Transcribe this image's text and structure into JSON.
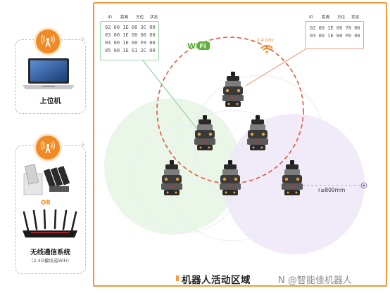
{
  "host_card": {
    "label": "上位机"
  },
  "comm_card": {
    "or_text": "OR",
    "label": "无线通信系统",
    "sub_label": "（2.4G模块或WiFi）"
  },
  "left_table": {
    "headers": [
      "ID",
      "距离",
      "方位",
      "状态"
    ],
    "rows": [
      "02 00 1E 00 3C 00",
      "03 00 1E 00 00 00",
      "04 00 1E 00 F0 00",
      "05 00 1E 01 2C 00"
    ],
    "border_color": "#9ad6a6"
  },
  "right_table": {
    "headers": [
      "ID",
      "距离",
      "方位",
      "状态"
    ],
    "rows": [
      "02 00 1E 00 78 00",
      "03 00 1E 00 F0 00"
    ],
    "border_color": "#f2a488"
  },
  "wifi_badge": {
    "text": "Wi Fi"
  },
  "ghz_badge": {
    "text": "2.4 GHz"
  },
  "range_label": "r≤800mm",
  "area_title": "机器人活动区域",
  "watermark": "N @智能佳机器人",
  "colors": {
    "frame": "#f39a3d",
    "accent": "#f08a24",
    "dashed_circle": "#e8553a",
    "green_zone": "#e6f5e3",
    "purple_zone": "#efe7f8"
  }
}
